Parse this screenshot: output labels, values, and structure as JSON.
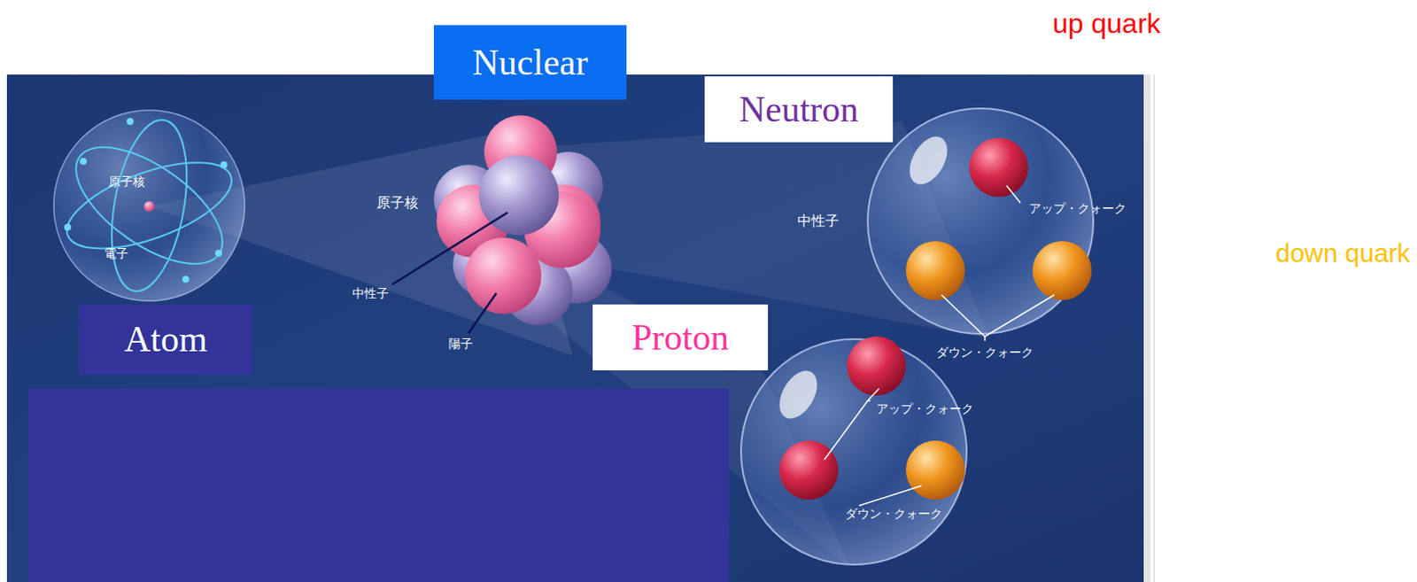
{
  "diagram": {
    "nodes": [
      {
        "text": [
          "Nuclear"
        ]
      },
      {
        "text": [
          "Neutron"
        ]
      },
      {
        "text": [
          "Atom"
        ]
      },
      {
        "text": [
          "Proton"
        ]
      }
    ],
    "labels": [
      "up quark",
      "down quark",
      "原子核",
      "電子",
      "原子核",
      "中性子",
      "陽子",
      "中性子",
      "アップ・クォーク",
      "ダウン・クォーク",
      "アップ・クォーク",
      "ダウン・クォーク"
    ]
  }
}
